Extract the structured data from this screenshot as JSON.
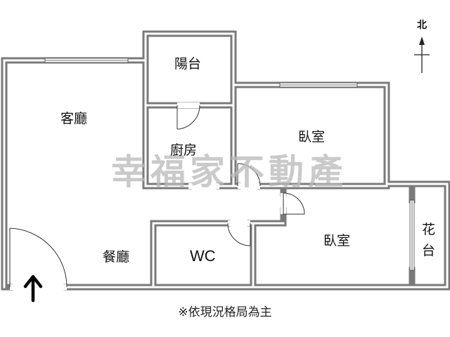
{
  "plan": {
    "rooms": {
      "living_room": "客廳",
      "balcony": "陽台",
      "kitchen": "廚房",
      "bedroom_1": "臥室",
      "bedroom_2": "臥室",
      "dining_room": "餐廳",
      "wc": "WC",
      "planter_line1": "花",
      "planter_line2": "台"
    },
    "north_label": "北",
    "watermark": "幸福家不動產",
    "note": "※依現況格局為主",
    "colors": {
      "wall": "#888888",
      "wall_inner": "#ffffff",
      "wall_outline": "#555555",
      "text": "#111111",
      "watermark": "#b9b9b9"
    },
    "icons": {
      "entrance": "arrow-up-icon",
      "north": "north-compass-icon"
    }
  }
}
